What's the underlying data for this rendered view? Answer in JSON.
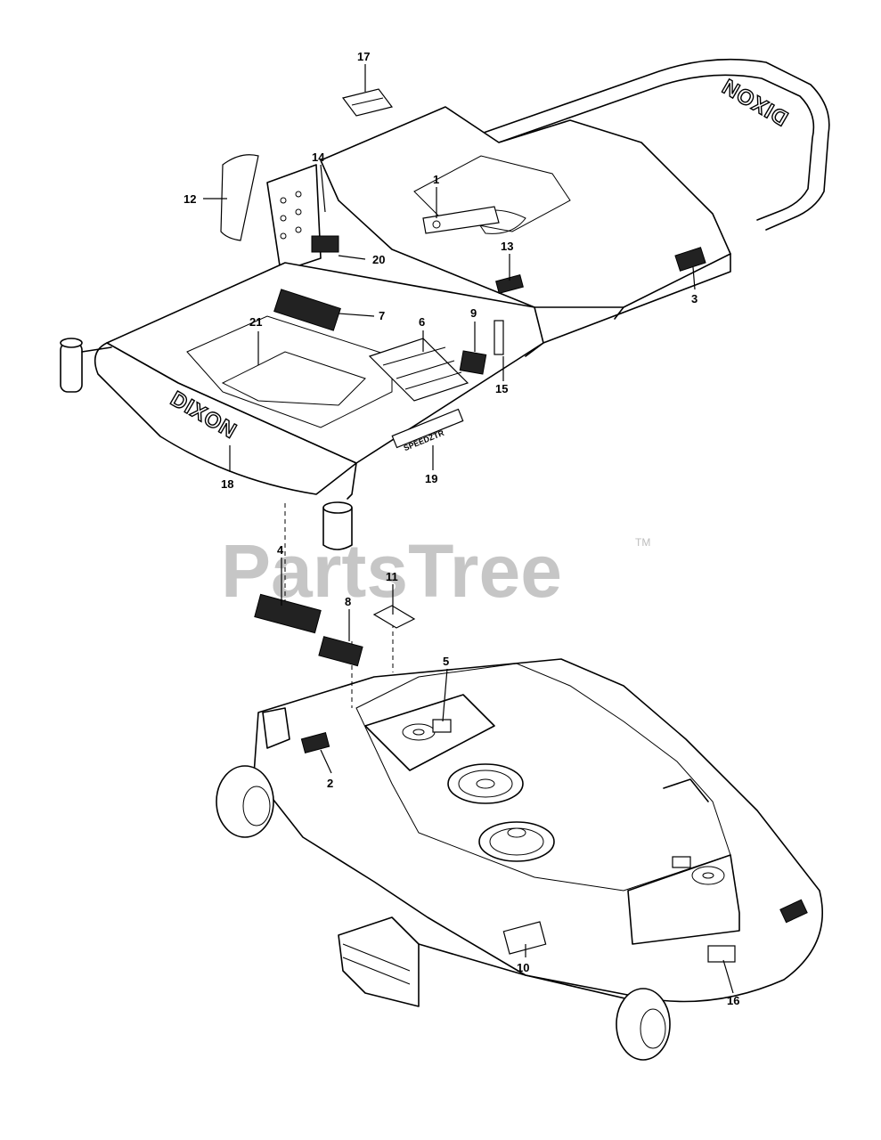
{
  "watermark": {
    "text": "PartsTree",
    "trademark": "TM"
  },
  "frame_brand_front": "DIXON",
  "frame_brand_rear": "DIXON",
  "decal_19_text": "SPEEDZTR",
  "callouts": [
    {
      "id": "c1",
      "label": "1"
    },
    {
      "id": "c2",
      "label": "2"
    },
    {
      "id": "c3",
      "label": "3"
    },
    {
      "id": "c4",
      "label": "4"
    },
    {
      "id": "c5",
      "label": "5"
    },
    {
      "id": "c6",
      "label": "6"
    },
    {
      "id": "c7",
      "label": "7"
    },
    {
      "id": "c8",
      "label": "8"
    },
    {
      "id": "c9",
      "label": "9"
    },
    {
      "id": "c10",
      "label": "10"
    },
    {
      "id": "c11",
      "label": "11"
    },
    {
      "id": "c12",
      "label": "12"
    },
    {
      "id": "c13",
      "label": "13"
    },
    {
      "id": "c14",
      "label": "14"
    },
    {
      "id": "c15",
      "label": "15"
    },
    {
      "id": "c16",
      "label": "16"
    },
    {
      "id": "c17",
      "label": "17"
    },
    {
      "id": "c18",
      "label": "18"
    },
    {
      "id": "c19",
      "label": "19"
    },
    {
      "id": "c20",
      "label": "20"
    },
    {
      "id": "c21",
      "label": "21"
    }
  ]
}
